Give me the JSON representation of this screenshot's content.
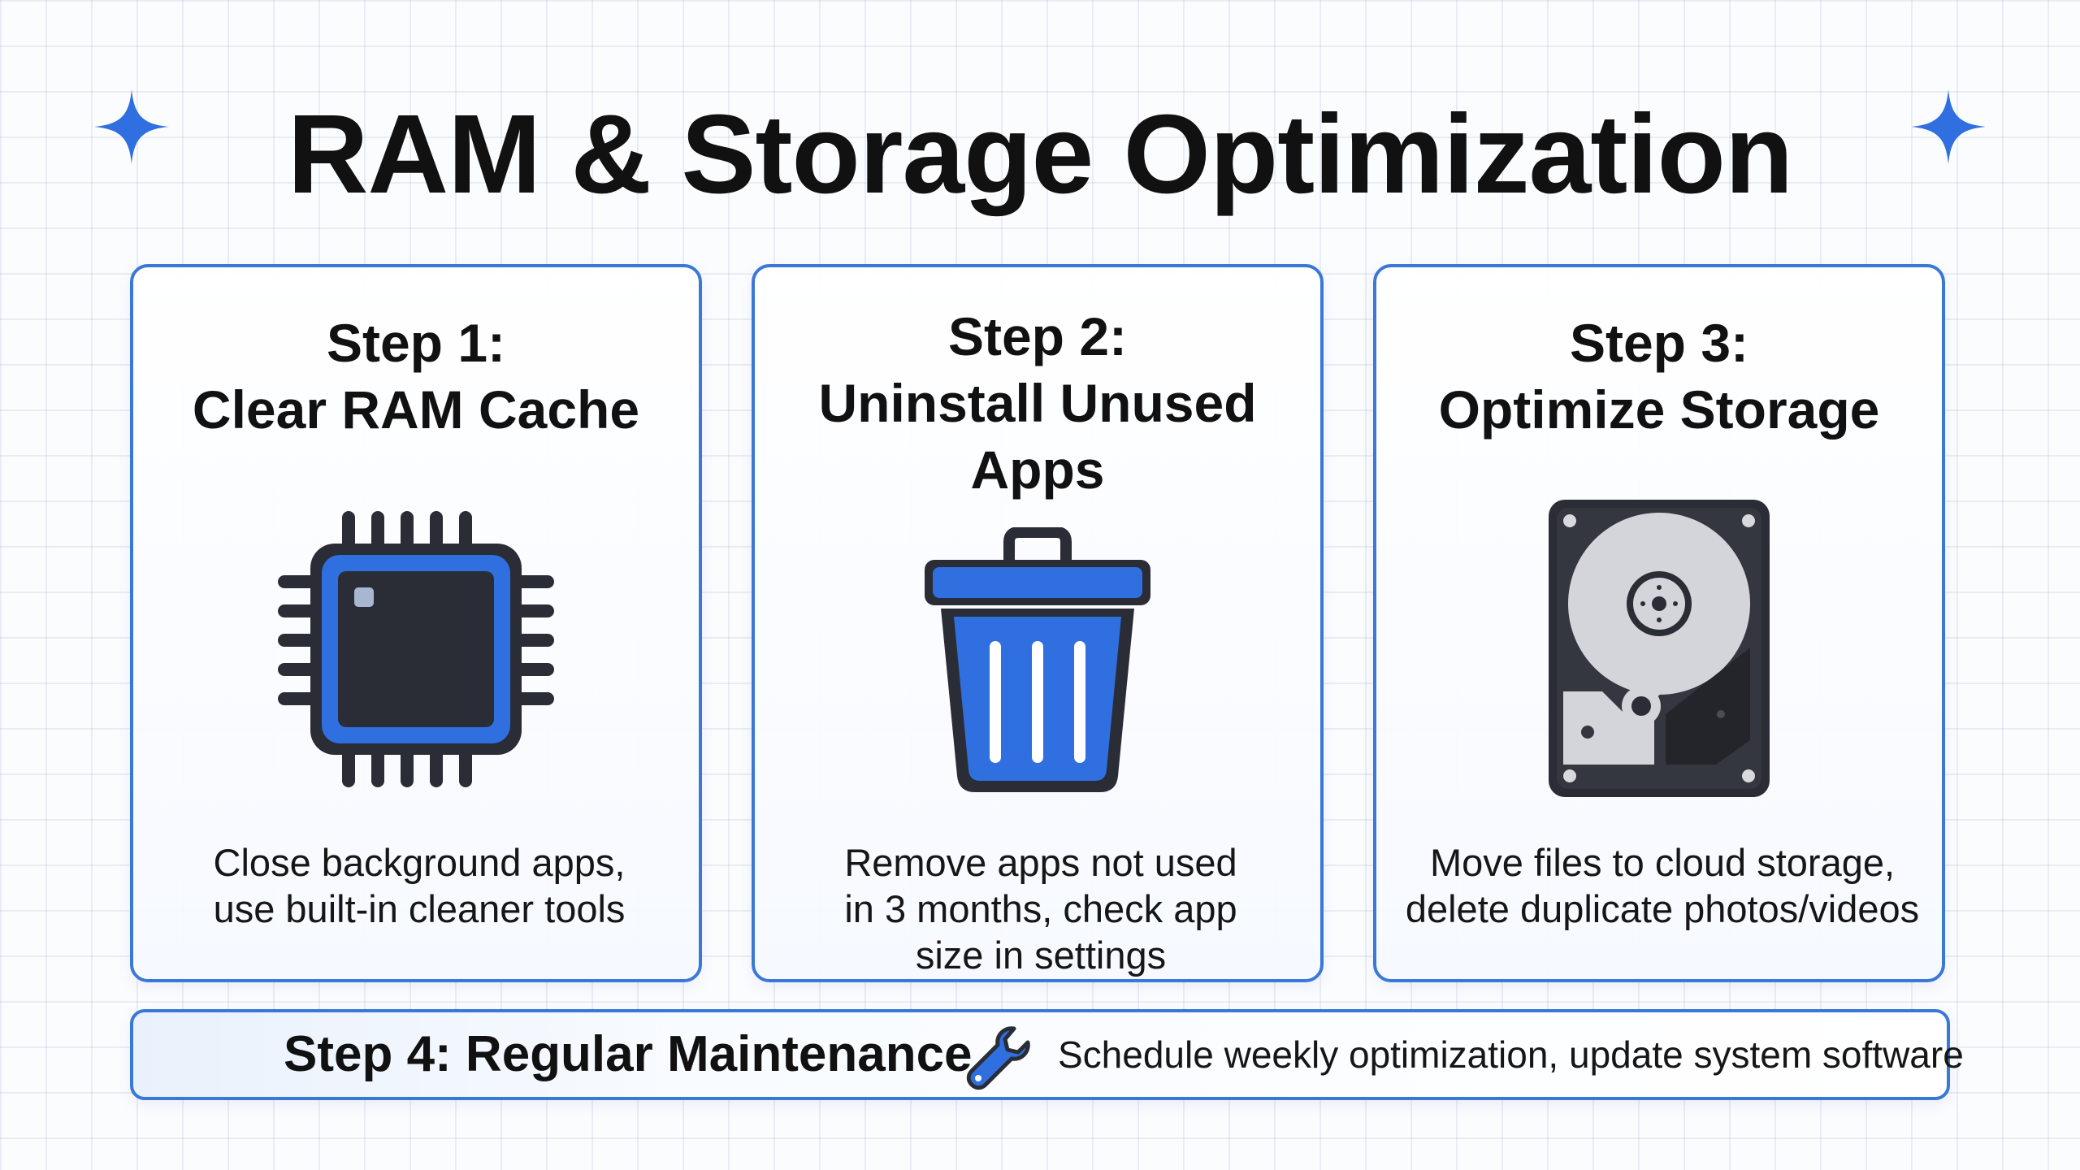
{
  "title": "RAM & Storage Optimization",
  "colors": {
    "accent": "#3a78d8",
    "icon_blue": "#2f6fe0",
    "icon_dark": "#2a2d35"
  },
  "decorations": {
    "left_icon": "sparkle-icon",
    "right_icon": "sparkle-icon"
  },
  "steps": [
    {
      "heading_line1": "Step 1:",
      "heading_line2": "Clear RAM Cache",
      "icon": "cpu-chip-icon",
      "desc_line1": "Close background apps,",
      "desc_line2": "use built-in cleaner tools"
    },
    {
      "heading_line1": "Step 2:",
      "heading_line2": "Uninstall Unused",
      "heading_line3": "Apps",
      "icon": "trash-can-icon",
      "desc_line1": "Remove apps not used",
      "desc_line2": "in 3 months, check app",
      "desc_line3": "size in settings"
    },
    {
      "heading_line1": "Step 3:",
      "heading_line2": "Optimize Storage",
      "icon": "hard-drive-icon",
      "desc_line1": "Move files to cloud storage,",
      "desc_line2": "delete duplicate photos/videos"
    }
  ],
  "maintenance": {
    "title": "Step 4: Regular Maintenance",
    "icon": "wrench-icon",
    "text": "Schedule weekly optimization, update system software"
  }
}
